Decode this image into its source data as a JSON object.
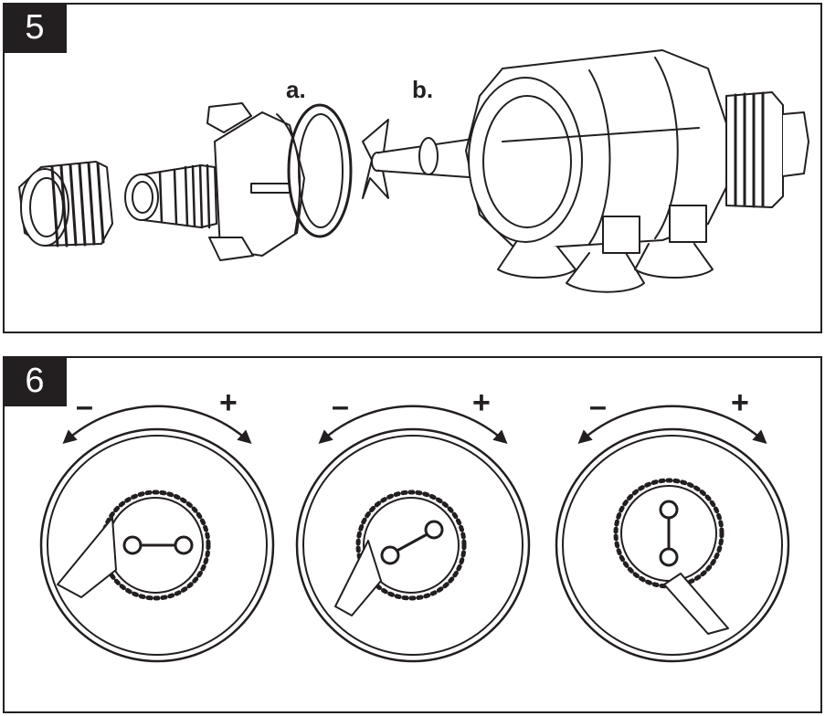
{
  "step5": {
    "number": "5",
    "labels": {
      "a": "a.",
      "b": "b."
    }
  },
  "step6": {
    "number": "6",
    "dials": [
      {
        "minus": "–",
        "plus": "+"
      },
      {
        "minus": "–",
        "plus": "+"
      },
      {
        "minus": "–",
        "plus": "+"
      }
    ]
  },
  "colors": {
    "ink": "#231f20",
    "background": "#ffffff"
  }
}
